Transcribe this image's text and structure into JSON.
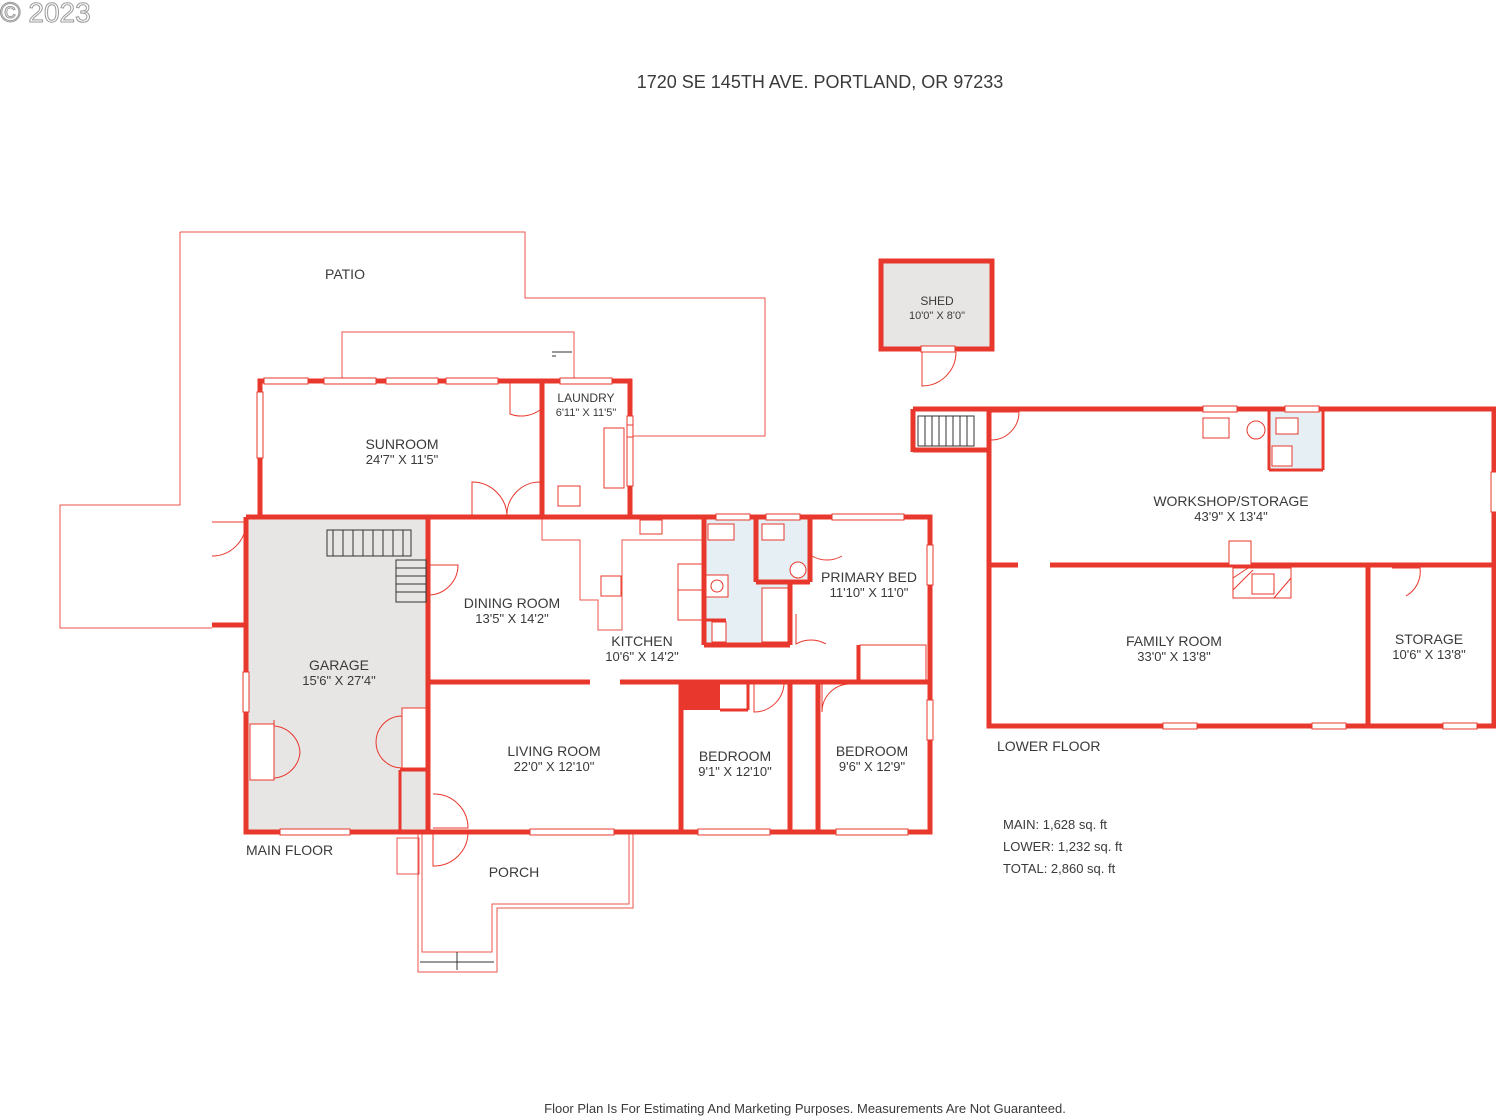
{
  "watermark": "© 2023",
  "address": "1720 SE 145TH AVE. PORTLAND, OR 97233",
  "rooms": {
    "patio": {
      "name": "PATIO"
    },
    "shed": {
      "name": "SHED",
      "dim": "10'0\" X 8'0\""
    },
    "sunroom": {
      "name": "SUNROOM",
      "dim": "24'7\" X 11'5\""
    },
    "laundry": {
      "name": "LAUNDRY",
      "dim": "6'11\" X 11'5\""
    },
    "garage": {
      "name": "GARAGE",
      "dim": "15'6\" X 27'4\""
    },
    "dining": {
      "name": "DINING ROOM",
      "dim": "13'5\" X 14'2\""
    },
    "kitchen": {
      "name": "KITCHEN",
      "dim": "10'6\" X 14'2\""
    },
    "primary_bed": {
      "name": "PRIMARY BED",
      "dim": "11'10\" X 11'0\""
    },
    "living": {
      "name": "LIVING ROOM",
      "dim": "22'0\" X 12'10\""
    },
    "bedroom1": {
      "name": "BEDROOM",
      "dim": "9'1\" X 12'10\""
    },
    "bedroom2": {
      "name": "BEDROOM",
      "dim": "9'6\" X 12'9\""
    },
    "porch": {
      "name": "PORCH"
    },
    "workshop": {
      "name": "WORKSHOP/STORAGE",
      "dim": "43'9\" X 13'4\""
    },
    "family": {
      "name": "FAMILY ROOM",
      "dim": "33'0\" X 13'8\""
    },
    "storage": {
      "name": "STORAGE",
      "dim": "10'6\" X 13'8\""
    }
  },
  "floor_labels": {
    "main": "MAIN FLOOR",
    "lower": "LOWER FLOOR"
  },
  "area_summary": {
    "main": "MAIN: 1,628 sq. ft",
    "lower": "LOWER: 1,232 sq. ft",
    "total": "TOTAL: 2,860 sq. ft"
  },
  "disclaimer": "Floor Plan Is For Estimating And Marketing Purposes. Measurements Are Not Guaranteed.",
  "colors": {
    "wall": "#e8372c",
    "garage_fill": "#e8e5e5",
    "bath_fill": "#e6f0f4",
    "text": "#3a3a3a"
  }
}
